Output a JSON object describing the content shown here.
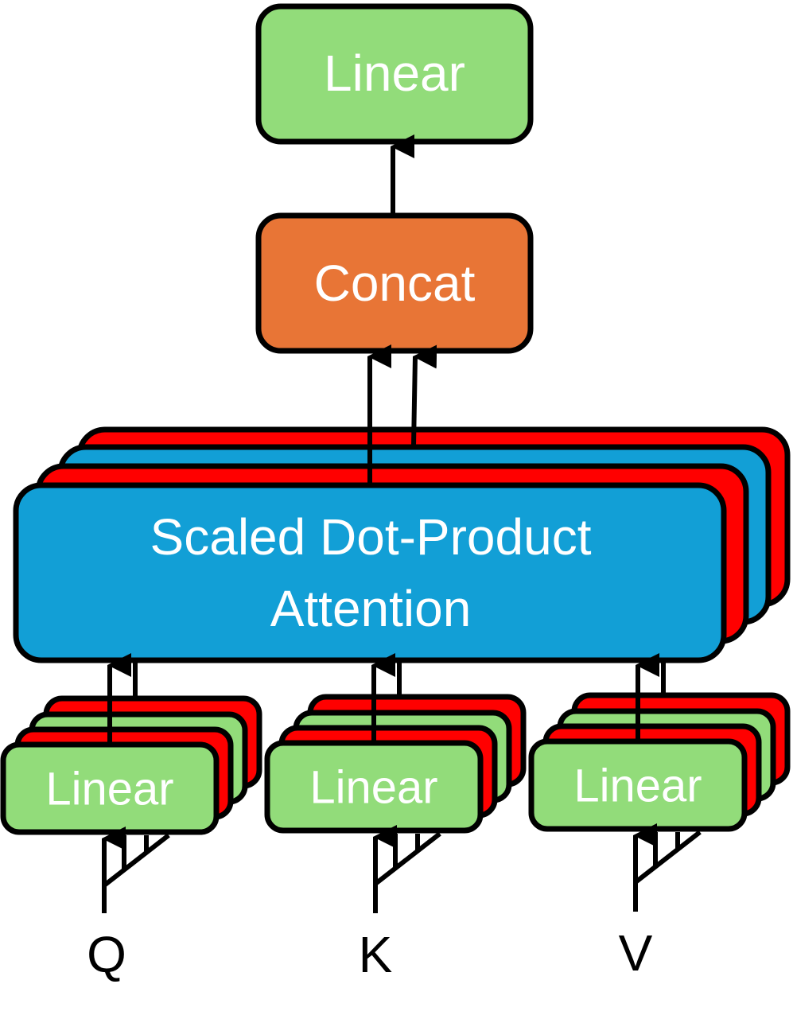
{
  "colors": {
    "linear_fill": "#92dc7a",
    "concat_fill": "#e87536",
    "attention_fill": "#129fd6",
    "head_back_fill": "#ff0000",
    "stroke": "#000000",
    "label_text": "#ffffff"
  },
  "top_linear": {
    "label": "Linear"
  },
  "concat": {
    "label": "Concat"
  },
  "attention": {
    "line1": "Scaled Dot-Product",
    "line2": "Attention"
  },
  "heads": [
    {
      "label": "Linear",
      "input": "Q"
    },
    {
      "label": "Linear",
      "input": "K"
    },
    {
      "label": "Linear",
      "input": "V"
    }
  ]
}
